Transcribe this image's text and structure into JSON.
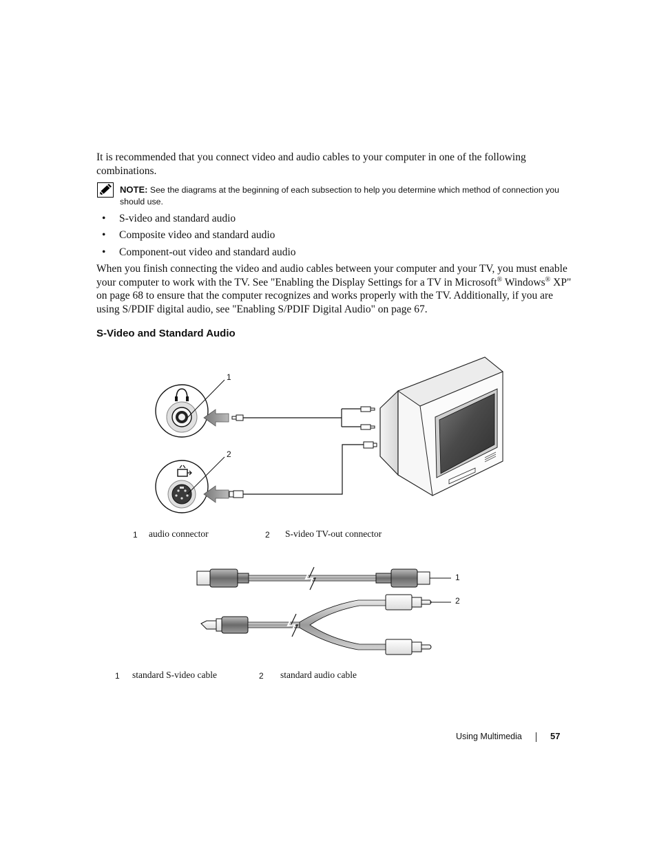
{
  "intro": "It is recommended that you connect video and audio cables to your computer in one of the following combinations.",
  "note": {
    "label": "NOTE:",
    "text": "See the diagrams at the beginning of each subsection to help you determine which method of connection you should use."
  },
  "bullets": [
    "S-video and standard audio",
    "Composite video and standard audio",
    "Component-out video and standard audio"
  ],
  "paragraph": {
    "p1": "When you finish connecting the video and audio cables between your computer and your TV, you must enable your computer to work with the TV. See \"Enabling the Display Settings for a TV in Microsoft",
    "reg1": "®",
    "p2": "Windows",
    "reg2": "®",
    "p3": " XP\" on page 68 to ensure that the computer recognizes and works properly with the TV. Additionally, if you are using S/PDIF digital audio, see \"Enabling S/PDIF Digital Audio\" on page 67."
  },
  "heading": "S-Video and Standard Audio",
  "figure1": {
    "callouts": [
      "1",
      "2"
    ],
    "legend": [
      {
        "num": "1",
        "label": "audio connector"
      },
      {
        "num": "2",
        "label": "S-video TV-out connector"
      }
    ]
  },
  "figure2": {
    "callouts": [
      "1",
      "2"
    ],
    "legend": [
      {
        "num": "1",
        "label": "standard S-video cable"
      },
      {
        "num": "2",
        "label": "standard audio cable"
      }
    ]
  },
  "footer": {
    "section": "Using Multimedia",
    "page": "57"
  }
}
